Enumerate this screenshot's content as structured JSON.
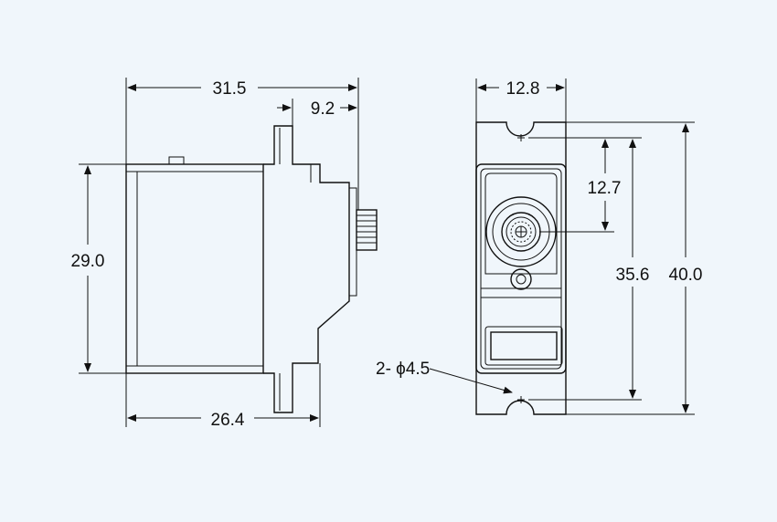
{
  "dimensions": {
    "side_total_width": "31.5",
    "side_shaft_offset": "9.2",
    "side_height": "29.0",
    "side_body_width": "26.4",
    "front_width": "12.8",
    "front_shaft_to_hole": "12.7",
    "front_hole_spacing": "35.6",
    "front_total_height": "40.0",
    "mount_holes": "2- ϕ4.5"
  },
  "colors": {
    "background": "#f0f6fb",
    "line": "#111111"
  }
}
